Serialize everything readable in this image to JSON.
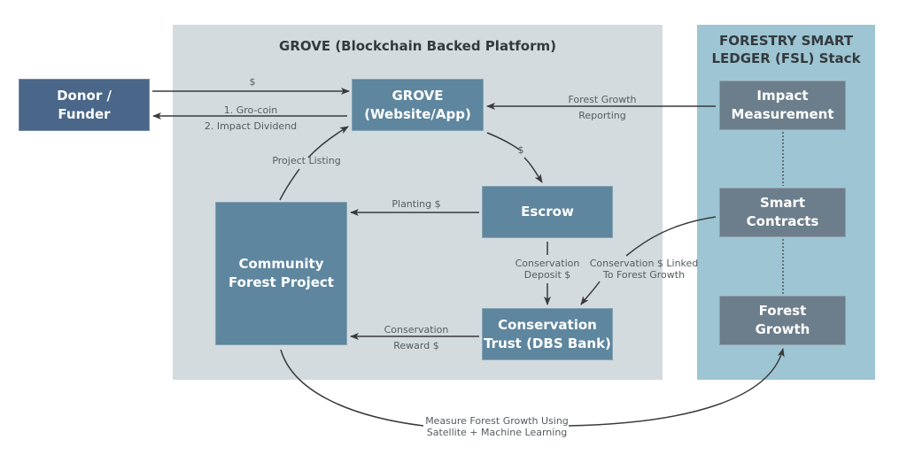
{
  "platform": {
    "title": "GROVE (Blockchain Backed Platform)",
    "bg_color": "#d3dbdf"
  },
  "fsl": {
    "title": "FORESTRY SMART\nLEDGER (FSL) Stack",
    "bg_color": "#9ec5d3"
  },
  "nodes": {
    "donor": "Donor /\nFunder",
    "grove": "GROVE\n(Website/App)",
    "escrow": "Escrow",
    "trust": "Conservation\nTrust (DBS Bank)",
    "community": "Community\nForest Project",
    "impact": "Impact\nMeasurement",
    "contracts": "Smart\nContracts",
    "growth": "Forest\nGrowth"
  },
  "edge_labels": {
    "donor_to_grove": "$",
    "grove_to_donor": "1. Gro-coin\n2. Impact Dividend",
    "impact_to_grove": "Forest Growth\nReporting",
    "grove_to_escrow": "$",
    "community_to_grove": "Project Listing",
    "escrow_to_community": "Planting $",
    "escrow_to_trust": "Conservation\nDeposit $",
    "contracts_to_trust": "Conservation $ Linked\nTo Forest Growth",
    "trust_to_community": "Conservation\nReward $",
    "community_to_growth": "Measure Forest Growth Using\nSatellite + Machine Learning"
  },
  "colors": {
    "donor": "#4a6689",
    "platform_node": "#5e869e",
    "fsl_node": "#6c7e8b",
    "edge": "#3a3a3a",
    "label_text": "#555c60"
  }
}
